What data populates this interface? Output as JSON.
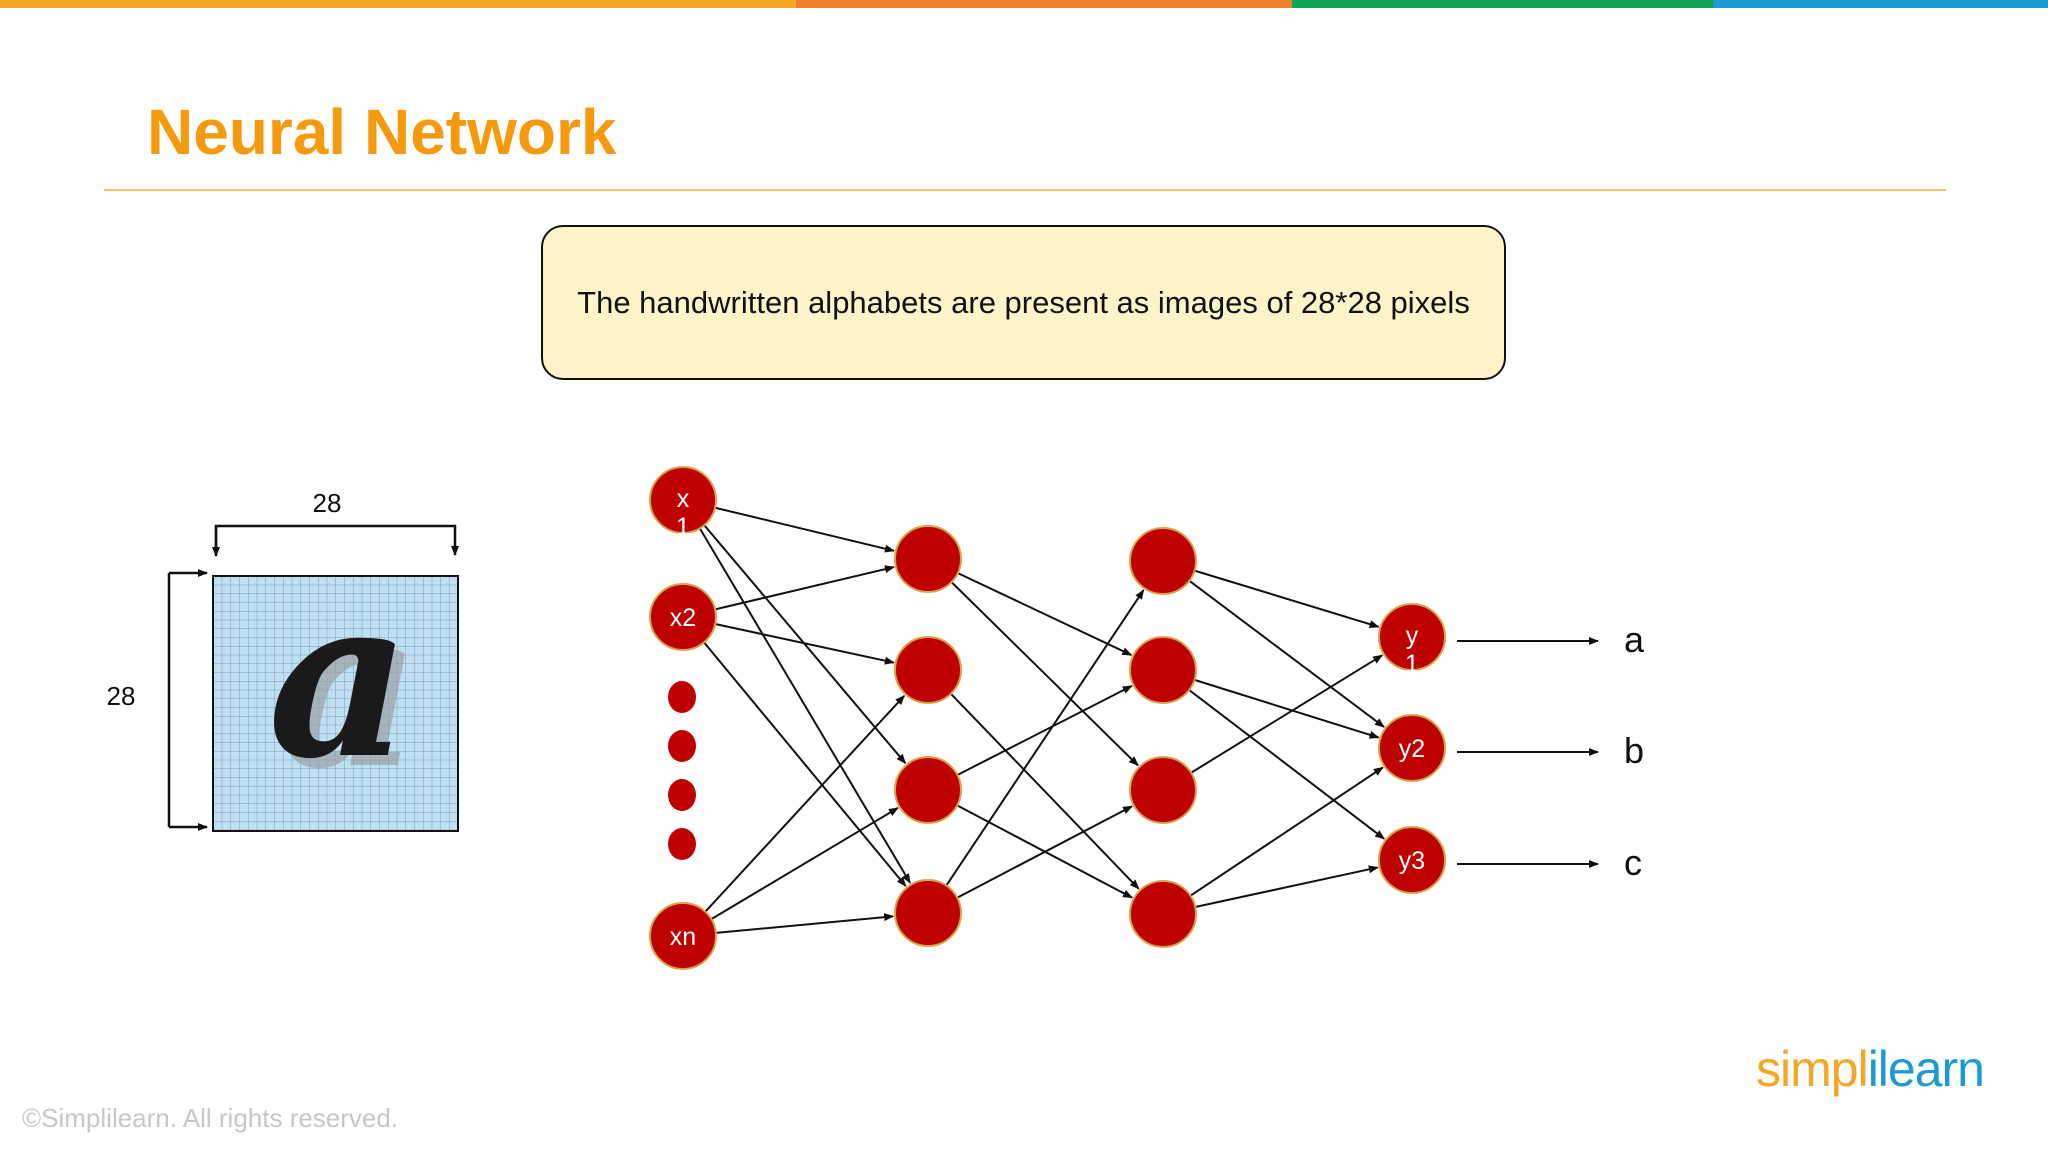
{
  "slide": {
    "title": "Neural Network",
    "callout": "The handwritten alphabets are present as images of 28*28 pixels",
    "copyright": "©Simplilearn. All rights reserved.",
    "logo": {
      "part1": "simpl",
      "part2": "ilearn"
    }
  },
  "colors": {
    "title": "#f59a0d",
    "divider": "#f3c36b",
    "callout_bg": "#fff3c9",
    "node_fill": "#bf0000",
    "node_stroke": "#d9a34a",
    "grid_bg": "#bfe0f2",
    "grid_line": "#6a8aa6",
    "topbar": [
      "#f5a623",
      "#f07f2c",
      "#10a556",
      "#1d9ad6"
    ]
  },
  "image_grid": {
    "width_label": "28",
    "height_label": "28",
    "glyph": "a"
  },
  "network": {
    "layers": [
      [
        {
          "label": "x\n1",
          "lines": [
            "x",
            "1"
          ]
        },
        {
          "label": "x2",
          "lines": [
            "x2"
          ]
        },
        {
          "label": "xn",
          "lines": [
            "xn"
          ]
        }
      ],
      [
        {
          "label": ""
        },
        {
          "label": ""
        },
        {
          "label": ""
        },
        {
          "label": ""
        }
      ],
      [
        {
          "label": ""
        },
        {
          "label": ""
        },
        {
          "label": ""
        },
        {
          "label": ""
        }
      ],
      [
        {
          "label": "y\n1",
          "lines": [
            "y",
            "1"
          ]
        },
        {
          "label": "y2",
          "lines": [
            "y2"
          ]
        },
        {
          "label": "y3",
          "lines": [
            "y3"
          ]
        }
      ]
    ],
    "ellipsis_dots": 4,
    "outputs": [
      "a",
      "b",
      "c"
    ],
    "edges": [
      [
        0,
        0,
        1,
        0
      ],
      [
        0,
        0,
        1,
        2
      ],
      [
        0,
        0,
        1,
        3
      ],
      [
        0,
        1,
        1,
        0
      ],
      [
        0,
        1,
        1,
        1
      ],
      [
        0,
        1,
        1,
        3
      ],
      [
        0,
        2,
        1,
        1
      ],
      [
        0,
        2,
        1,
        2
      ],
      [
        0,
        2,
        1,
        3
      ],
      [
        1,
        0,
        2,
        1
      ],
      [
        1,
        0,
        2,
        2
      ],
      [
        1,
        1,
        2,
        3
      ],
      [
        1,
        2,
        2,
        1
      ],
      [
        1,
        2,
        2,
        3
      ],
      [
        1,
        3,
        2,
        0
      ],
      [
        1,
        3,
        2,
        2
      ],
      [
        2,
        0,
        3,
        0
      ],
      [
        2,
        0,
        3,
        1
      ],
      [
        2,
        1,
        3,
        1
      ],
      [
        2,
        1,
        3,
        2
      ],
      [
        2,
        2,
        3,
        0
      ],
      [
        2,
        3,
        3,
        1
      ],
      [
        2,
        3,
        3,
        2
      ]
    ]
  }
}
